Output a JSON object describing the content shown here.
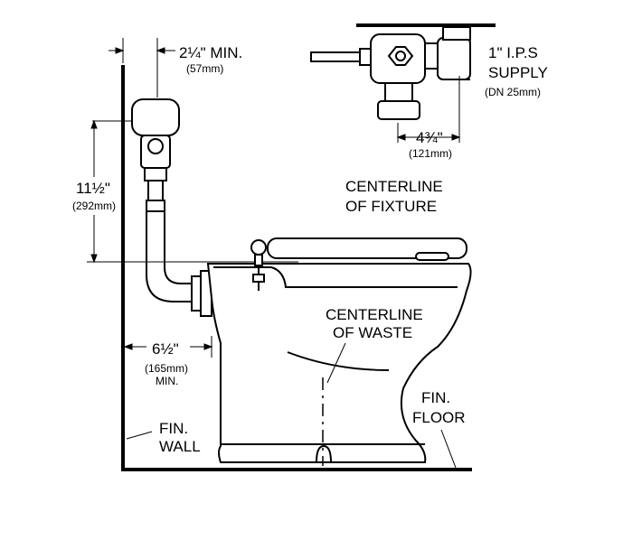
{
  "labels": {
    "wall_clearance": "2¼\" MIN.",
    "wall_clearance_mm": "(57mm)",
    "supply_size": "1\"  I.P.S",
    "supply_word": "SUPPLY",
    "supply_dn": "(DN  25mm)",
    "valve_offset": "4¾\"",
    "valve_offset_mm": "(121mm)",
    "centerline_fixture_1": "CENTERLINE",
    "centerline_fixture_2": "OF  FIXTURE",
    "valve_height": "11½\"",
    "valve_height_mm": "(292mm)",
    "centerline_waste_1": "CENTERLINE",
    "centerline_waste_2": "OF  WASTE",
    "rough_in": "6½\"",
    "rough_in_mm": "(165mm)",
    "rough_in_min": "MIN.",
    "fin_wall_1": "FIN.",
    "fin_wall_2": "WALL",
    "fin_floor_1": "FIN.",
    "fin_floor_2": "FLOOR"
  }
}
